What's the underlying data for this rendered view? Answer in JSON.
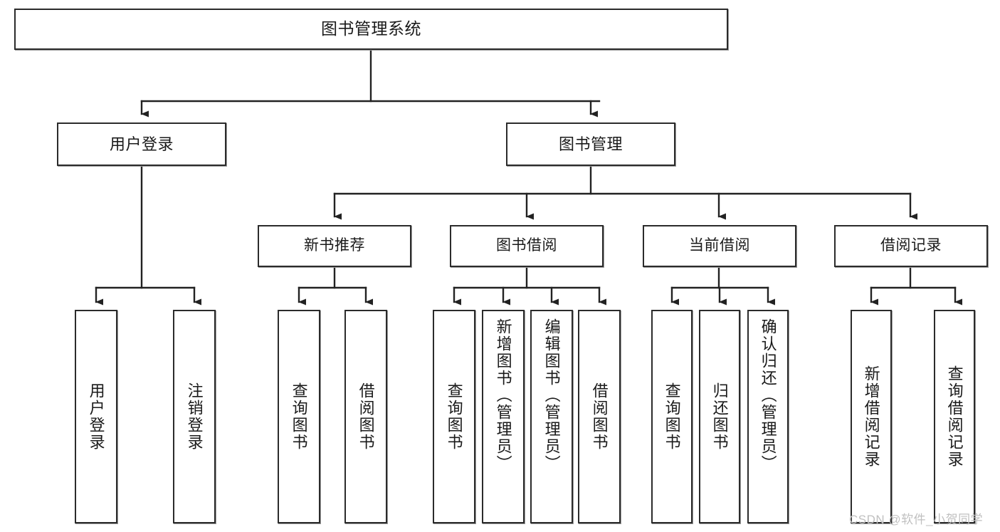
{
  "diagram": {
    "title": "图书管理系统",
    "type": "tree-hierarchy-chart",
    "watermark": "CSDN @软件_小贺同学",
    "colors": {
      "box_border": "#2b2b2b",
      "box_fill": "#ffffff",
      "connector": "#222222",
      "text": "#1a1a1a",
      "watermark": "#c0c0c0",
      "canvas": "#ffffff"
    },
    "root": {
      "id": "root",
      "label": "图书管理系统"
    },
    "level2": [
      {
        "id": "user-login",
        "label": "用户登录"
      },
      {
        "id": "book-manage",
        "label": "图书管理"
      }
    ],
    "level3": [
      {
        "id": "new-book-recommend",
        "label": "新书推荐",
        "parent": "book-manage"
      },
      {
        "id": "book-borrow",
        "label": "图书借阅",
        "parent": "book-manage"
      },
      {
        "id": "current-borrow",
        "label": "当前借阅",
        "parent": "book-manage"
      },
      {
        "id": "borrow-record",
        "label": "借阅记录",
        "parent": "book-manage"
      }
    ],
    "leaves": [
      {
        "id": "leaf-user-login",
        "label": "用户登录",
        "parent": "user-login"
      },
      {
        "id": "leaf-logout-login",
        "label": "注销登录",
        "parent": "user-login"
      },
      {
        "id": "leaf-query-book-rec",
        "label": "查询图书",
        "parent": "new-book-recommend"
      },
      {
        "id": "leaf-borrow-book-rec",
        "label": "借阅图书",
        "parent": "new-book-recommend"
      },
      {
        "id": "leaf-query-book-borrow",
        "label": "查询图书",
        "parent": "book-borrow"
      },
      {
        "id": "leaf-add-book",
        "label": "新增图书（管理员）",
        "parent": "book-borrow"
      },
      {
        "id": "leaf-edit-book",
        "label": "编辑图书（管理员）",
        "parent": "book-borrow"
      },
      {
        "id": "leaf-borrow-book",
        "label": "借阅图书",
        "parent": "book-borrow"
      },
      {
        "id": "leaf-query-book-current",
        "label": "查询图书",
        "parent": "current-borrow"
      },
      {
        "id": "leaf-return-book",
        "label": "归还图书",
        "parent": "current-borrow"
      },
      {
        "id": "leaf-confirm-return",
        "label": "确认归还（管理员）",
        "parent": "current-borrow"
      },
      {
        "id": "leaf-add-record",
        "label": "新增借阅记录",
        "parent": "borrow-record"
      },
      {
        "id": "leaf-query-record",
        "label": "查询借阅记录",
        "parent": "borrow-record"
      }
    ]
  }
}
